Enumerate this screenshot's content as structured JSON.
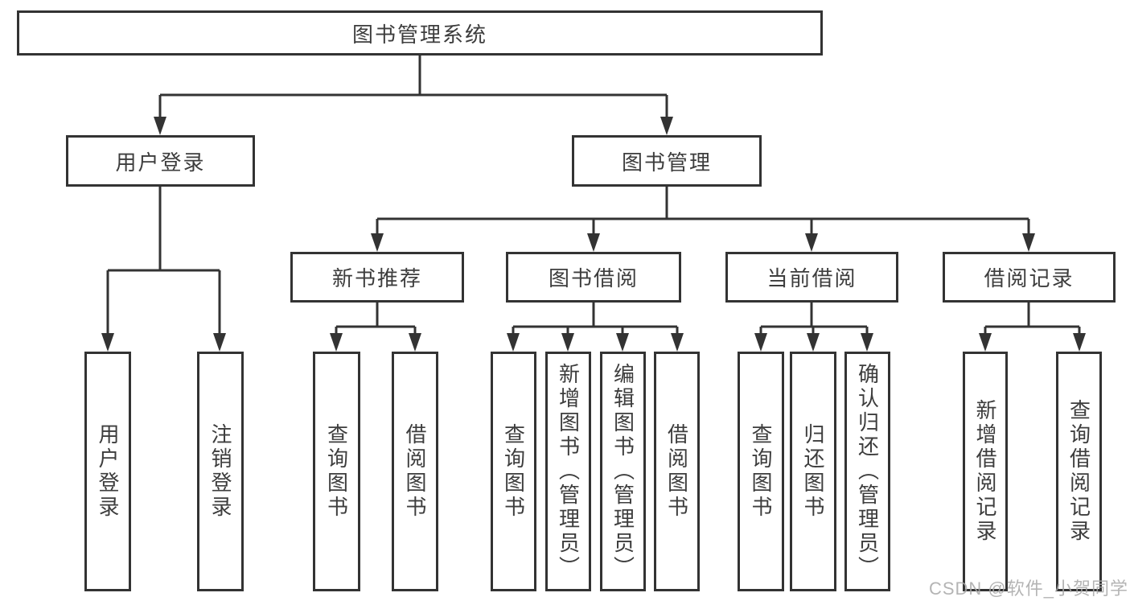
{
  "colors": {
    "line": "#333333",
    "text": "#3d3d3d",
    "background": "#ffffff",
    "watermark": "#a8a8a8"
  },
  "watermark": "CSDN @软件_小贺同学",
  "tree": {
    "label": "图书管理系统",
    "children": [
      {
        "label": "用户登录",
        "children": [
          {
            "label": "用户登录"
          },
          {
            "label": "注销登录"
          }
        ]
      },
      {
        "label": "图书管理",
        "children": [
          {
            "label": "新书推荐",
            "children": [
              {
                "label": "查询图书"
              },
              {
                "label": "借阅图书"
              }
            ]
          },
          {
            "label": "图书借阅",
            "children": [
              {
                "label": "查询图书"
              },
              {
                "label": "新增图书（管理员）"
              },
              {
                "label": "编辑图书（管理员）"
              },
              {
                "label": "借阅图书"
              }
            ]
          },
          {
            "label": "当前借阅",
            "children": [
              {
                "label": "查询图书"
              },
              {
                "label": "归还图书"
              },
              {
                "label": "确认归还（管理员）"
              }
            ]
          },
          {
            "label": "借阅记录",
            "children": [
              {
                "label": "新增借阅记录"
              },
              {
                "label": "查询借阅记录"
              }
            ]
          }
        ]
      }
    ]
  }
}
